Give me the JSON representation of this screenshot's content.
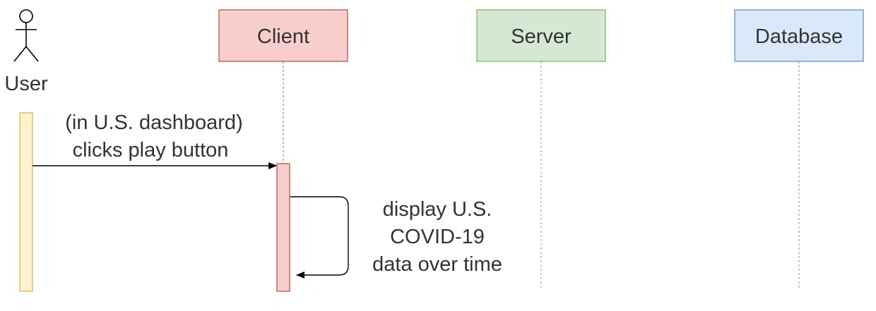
{
  "actors": {
    "user": {
      "label": "User"
    }
  },
  "participants": [
    {
      "id": "client",
      "label": "Client",
      "fill": "#f8cecc",
      "stroke": "#b85450"
    },
    {
      "id": "server",
      "label": "Server",
      "fill": "#d5e8d4",
      "stroke": "#82b366"
    },
    {
      "id": "database",
      "label": "Database",
      "fill": "#dae8fc",
      "stroke": "#6c8ebf"
    }
  ],
  "activations": {
    "user": {
      "fill": "#fff2cc",
      "stroke": "#d6b656"
    },
    "client": {
      "fill": "#f8cecc",
      "stroke": "#b85450"
    }
  },
  "messages": [
    {
      "from": "user",
      "to": "client",
      "lines": [
        "(in U.S. dashboard)",
        "clicks play button"
      ]
    },
    {
      "from": "client",
      "to": "client",
      "lines": [
        "display U.S.",
        "COVID-19",
        "data over time"
      ]
    }
  ]
}
